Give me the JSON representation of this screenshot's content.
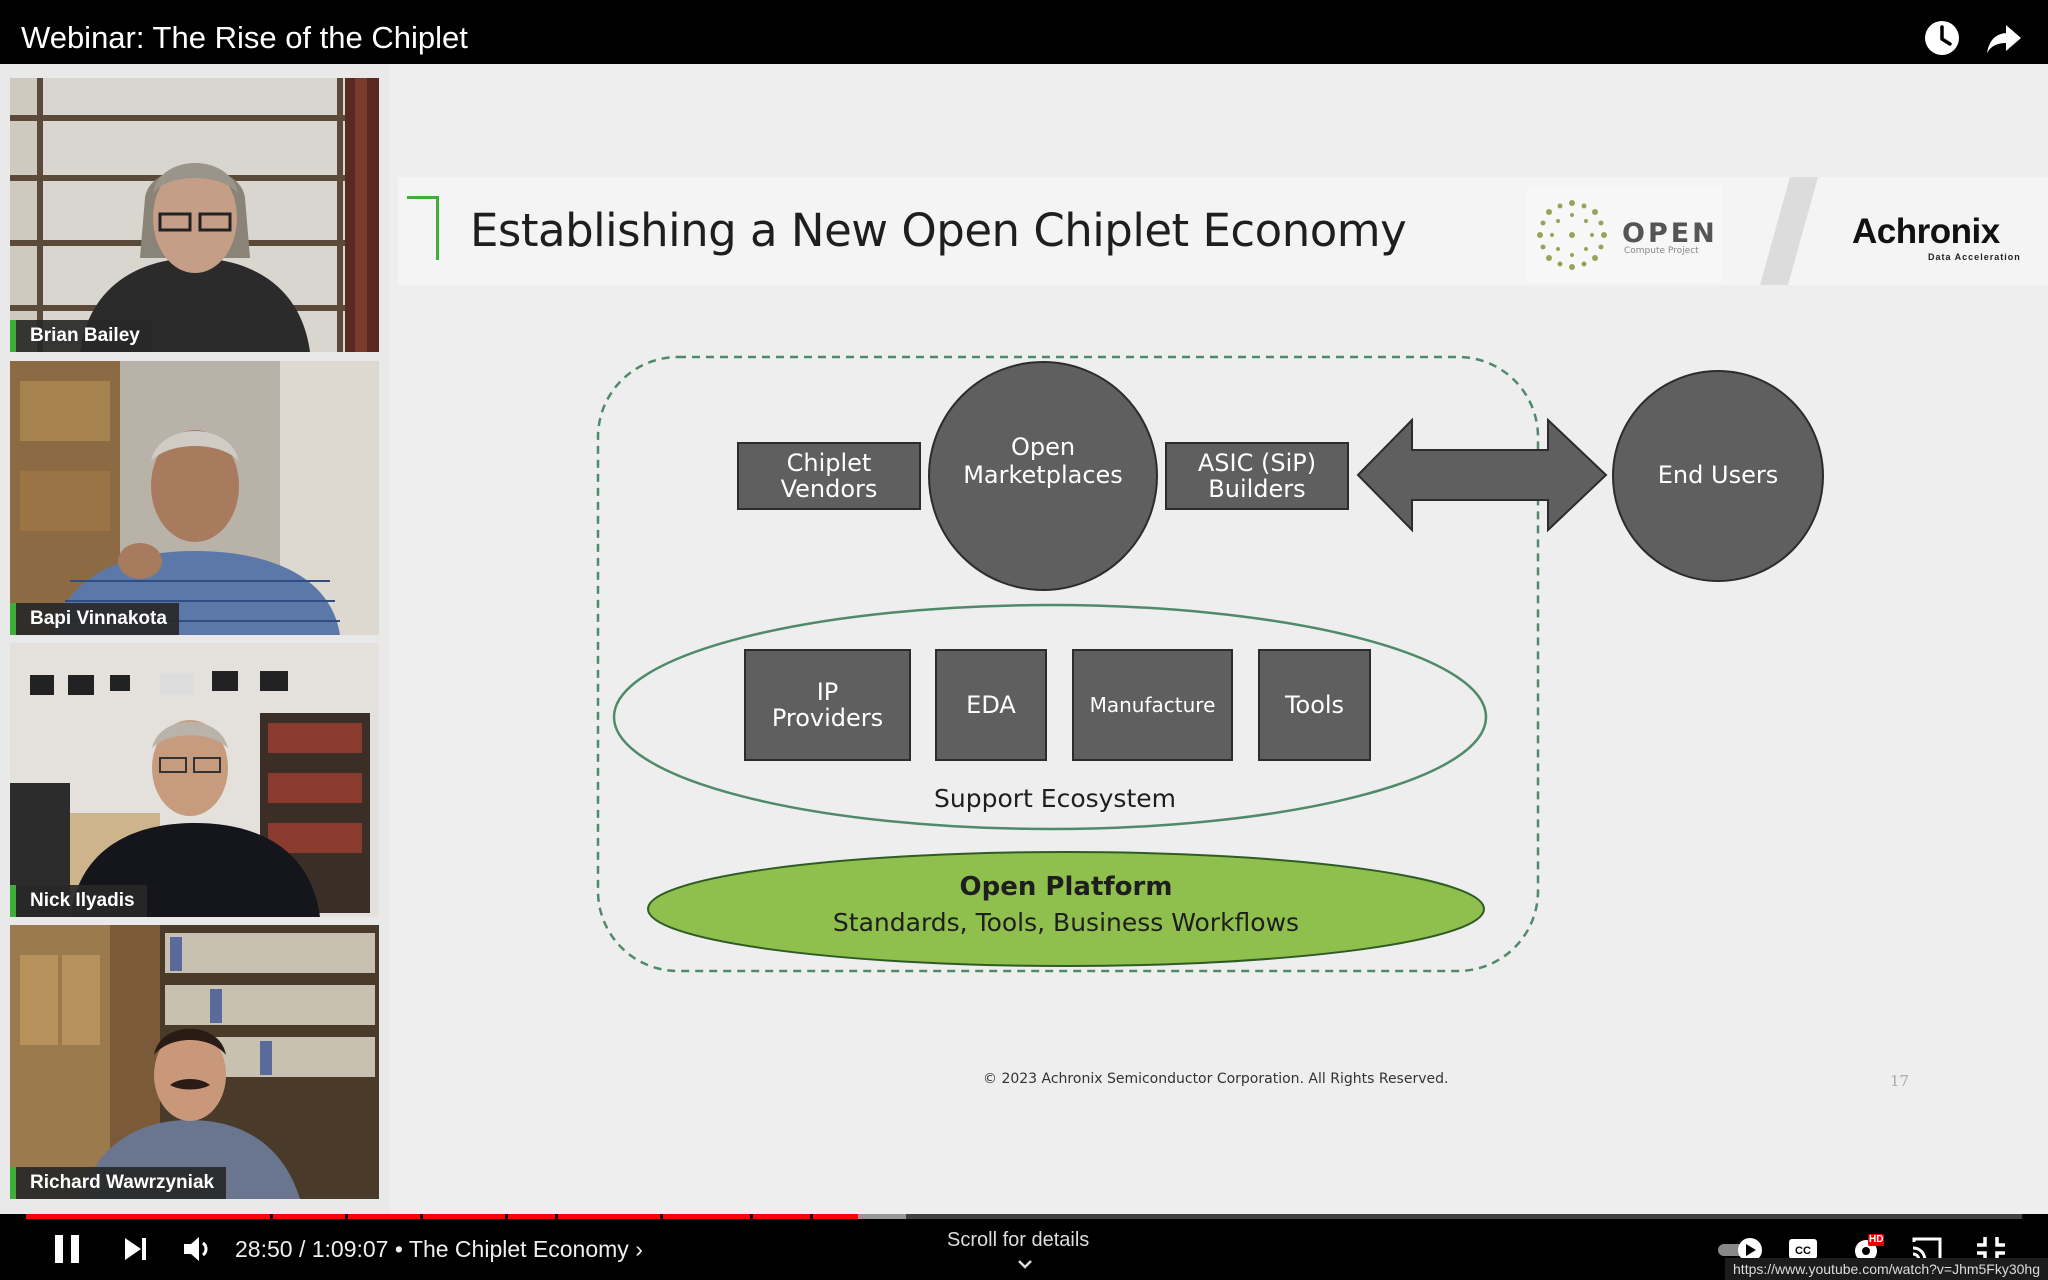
{
  "header": {
    "title": "Webinar: The Rise of the Chiplet",
    "icons": [
      "watch-later-icon",
      "share-icon"
    ]
  },
  "participants": [
    {
      "name": "Brian Bailey"
    },
    {
      "name": "Bapi Vinnakota"
    },
    {
      "name": "Nick Ilyadis"
    },
    {
      "name": "Richard Wawrzyniak"
    }
  ],
  "slide": {
    "title": "Establishing a New Open Chiplet Economy",
    "logos": {
      "ocp_word": "OPEN",
      "ocp_sub": "Compute Project",
      "achronix": "Achronix",
      "achronix_sub": "Data Acceleration"
    },
    "boxes": {
      "chiplet_vendors": [
        "Chiplet",
        "Vendors"
      ],
      "open_marketplaces": [
        "Open",
        "Marketplaces"
      ],
      "asic_builders": [
        "ASIC (SiP)",
        "Builders"
      ],
      "end_users": "End Users",
      "ip_providers": [
        "IP",
        "Providers"
      ],
      "eda": "EDA",
      "manufacture": "Manufacture",
      "tools": "Tools"
    },
    "support_ecosystem": "Support Ecosystem",
    "open_platform": {
      "title": "Open Platform",
      "subtitle": "Standards, Tools, Business Workflows"
    },
    "footer": "© 2023 Achronix Semiconductor Corporation. All Rights Reserved.",
    "page_number": "17",
    "colors": {
      "accent_green": "#3fae3a",
      "platform_green": "#8fbf4d",
      "box_gray": "#5f5f5f"
    }
  },
  "player": {
    "time": "28:50 / 1:09:07",
    "separator": "•",
    "chapter": "The Chiplet Economy",
    "chapter_chevron": "›",
    "scroll_hint": "Scroll for details",
    "progress_fraction": 0.417,
    "hd_badge": "HD",
    "url_tooltip": "https://www.youtube.com/watch?v=Jhm5Fky30hg",
    "icons": [
      "pause-icon",
      "next-icon",
      "volume-icon",
      "autoplay-toggle",
      "captions-icon",
      "settings-icon",
      "cast-icon",
      "exit-fullscreen-icon"
    ]
  }
}
